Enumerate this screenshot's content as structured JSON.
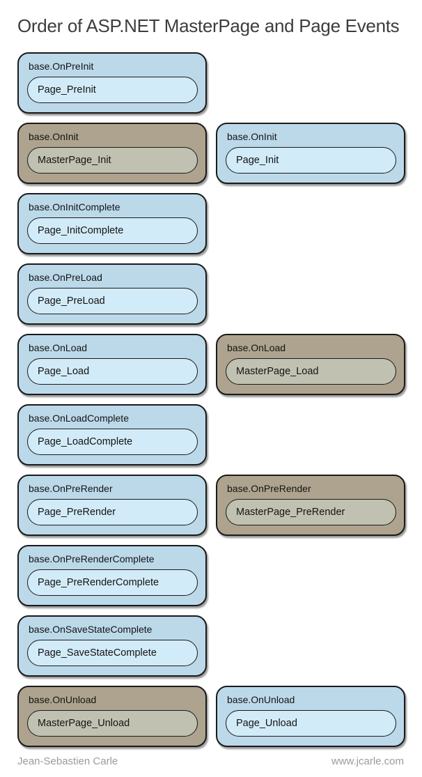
{
  "title": "Order of ASP.NET MasterPage and Page Events",
  "theme": {
    "blue_outer": "#bcd9ea",
    "blue_inner": "#d2ebf8",
    "tan_outer": "#aea38e",
    "tan_inner": "#c1c1b1",
    "border": "#1a1a1a",
    "title_color": "#3d3d3d",
    "footer_color": "#9b9b9b"
  },
  "rows": [
    {
      "left": {
        "variant": "blue",
        "event": "base.OnPreInit",
        "handler": "Page_PreInit"
      },
      "right": null
    },
    {
      "left": {
        "variant": "tan",
        "event": "base.OnInit",
        "handler": "MasterPage_Init"
      },
      "right": {
        "variant": "blue",
        "event": "base.OnInit",
        "handler": "Page_Init"
      }
    },
    {
      "left": {
        "variant": "blue",
        "event": "base.OnInitComplete",
        "handler": "Page_InitComplete"
      },
      "right": null
    },
    {
      "left": {
        "variant": "blue",
        "event": "base.OnPreLoad",
        "handler": "Page_PreLoad"
      },
      "right": null
    },
    {
      "left": {
        "variant": "blue",
        "event": "base.OnLoad",
        "handler": "Page_Load"
      },
      "right": {
        "variant": "tan",
        "event": "base.OnLoad",
        "handler": "MasterPage_Load"
      }
    },
    {
      "left": {
        "variant": "blue",
        "event": "base.OnLoadComplete",
        "handler": "Page_LoadComplete"
      },
      "right": null
    },
    {
      "left": {
        "variant": "blue",
        "event": "base.OnPreRender",
        "handler": "Page_PreRender"
      },
      "right": {
        "variant": "tan",
        "event": "base.OnPreRender",
        "handler": "MasterPage_PreRender"
      }
    },
    {
      "left": {
        "variant": "blue",
        "event": "base.OnPreRenderComplete",
        "handler": "Page_PreRenderComplete"
      },
      "right": null
    },
    {
      "left": {
        "variant": "blue",
        "event": "base.OnSaveStateComplete",
        "handler": "Page_SaveStateComplete"
      },
      "right": null
    },
    {
      "left": {
        "variant": "tan",
        "event": "base.OnUnload",
        "handler": "MasterPage_Unload"
      },
      "right": {
        "variant": "blue",
        "event": "base.OnUnload",
        "handler": "Page_Unload"
      }
    }
  ],
  "footer": {
    "author": "Jean-Sebastien Carle",
    "website": "www.jcarle.com"
  }
}
